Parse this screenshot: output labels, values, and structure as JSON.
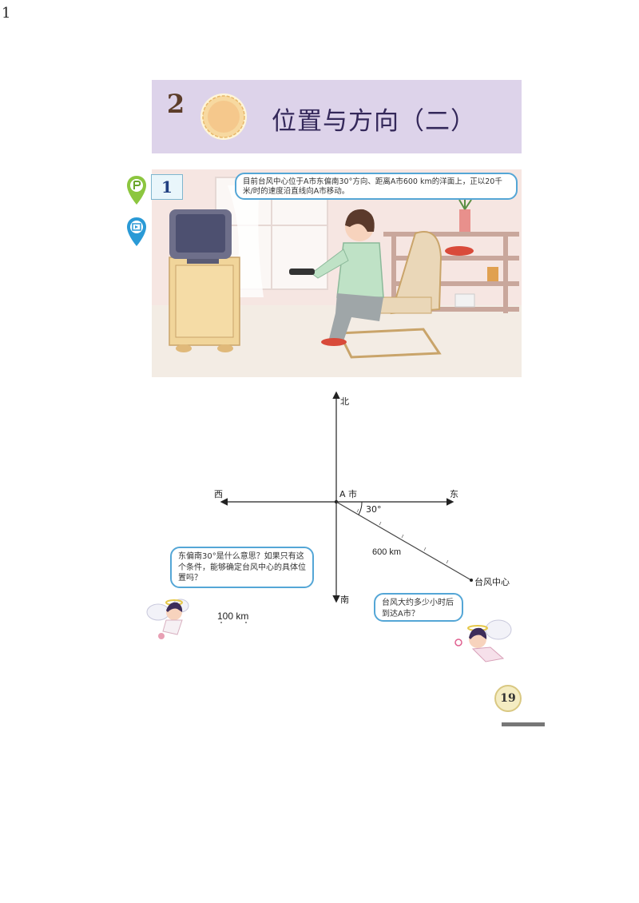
{
  "page": {
    "corner_number": "1",
    "title": {
      "number": "2",
      "text": "位置与方向（二）"
    },
    "example": {
      "number": "1",
      "speech": "目前台风中心位于A市东偏南30°方向、距离A市600 km的洋面上，正以20千米/时的速度沿直线向A市移动。"
    },
    "diagram": {
      "north": "北",
      "south": "南",
      "east": "东",
      "west": "西",
      "origin": "A 市",
      "angle": "30°",
      "distance": "600 km",
      "target": "台风中心",
      "scale": "100 km"
    },
    "bubble_left": "东偏南30°是什么意思？如果只有这个条件，能够确定台风中心的具体位置吗？",
    "bubble_right": "台风大约多少小时后到达A市？",
    "page_number": "19"
  },
  "colors": {
    "banner": "#ddd3ea",
    "bubble_border": "#54a6d6",
    "badge_fill": "#f5c88c"
  }
}
